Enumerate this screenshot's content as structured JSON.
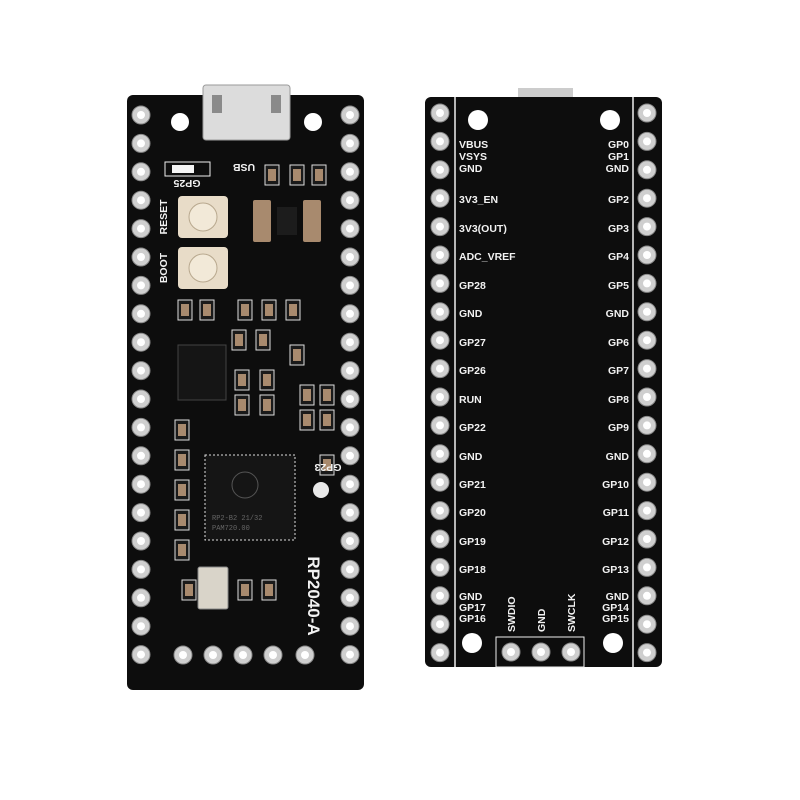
{
  "front_board": {
    "name_label": "RP2040-A",
    "usb_label": "USB",
    "led_label": "GP25",
    "reset_label": "RESET",
    "boot_label": "BOOT",
    "gp23_label": "GP23",
    "chip_line1": "RP2-B2  21/32",
    "chip_line2": "PAM720.00"
  },
  "back_board": {
    "left_labels": [
      "VBUS",
      "VSYS",
      "GND",
      "3V3_EN",
      "3V3(OUT)",
      "ADC_VREF",
      "GP28",
      "GND",
      "GP27",
      "GP26",
      "RUN",
      "GP22",
      "GND",
      "GP21",
      "GP20",
      "GP19",
      "GP18",
      "GND",
      "GP17",
      "GP16"
    ],
    "right_labels": [
      "GP0",
      "GP1",
      "GND",
      "GP2",
      "GP3",
      "GP4",
      "GP5",
      "GND",
      "GP6",
      "GP7",
      "GP8",
      "GP9",
      "GND",
      "GP10",
      "GP11",
      "GP12",
      "GP13",
      "GND",
      "GP14",
      "GP15"
    ],
    "debug_labels": [
      "SWDIO",
      "GND",
      "SWCLK"
    ]
  },
  "colors": {
    "pcb": "#0d0d0d",
    "pad": "#cfcfcf",
    "silk": "#f2f2f2",
    "button": "#e8dcc8",
    "cap": "#a88a6e"
  }
}
